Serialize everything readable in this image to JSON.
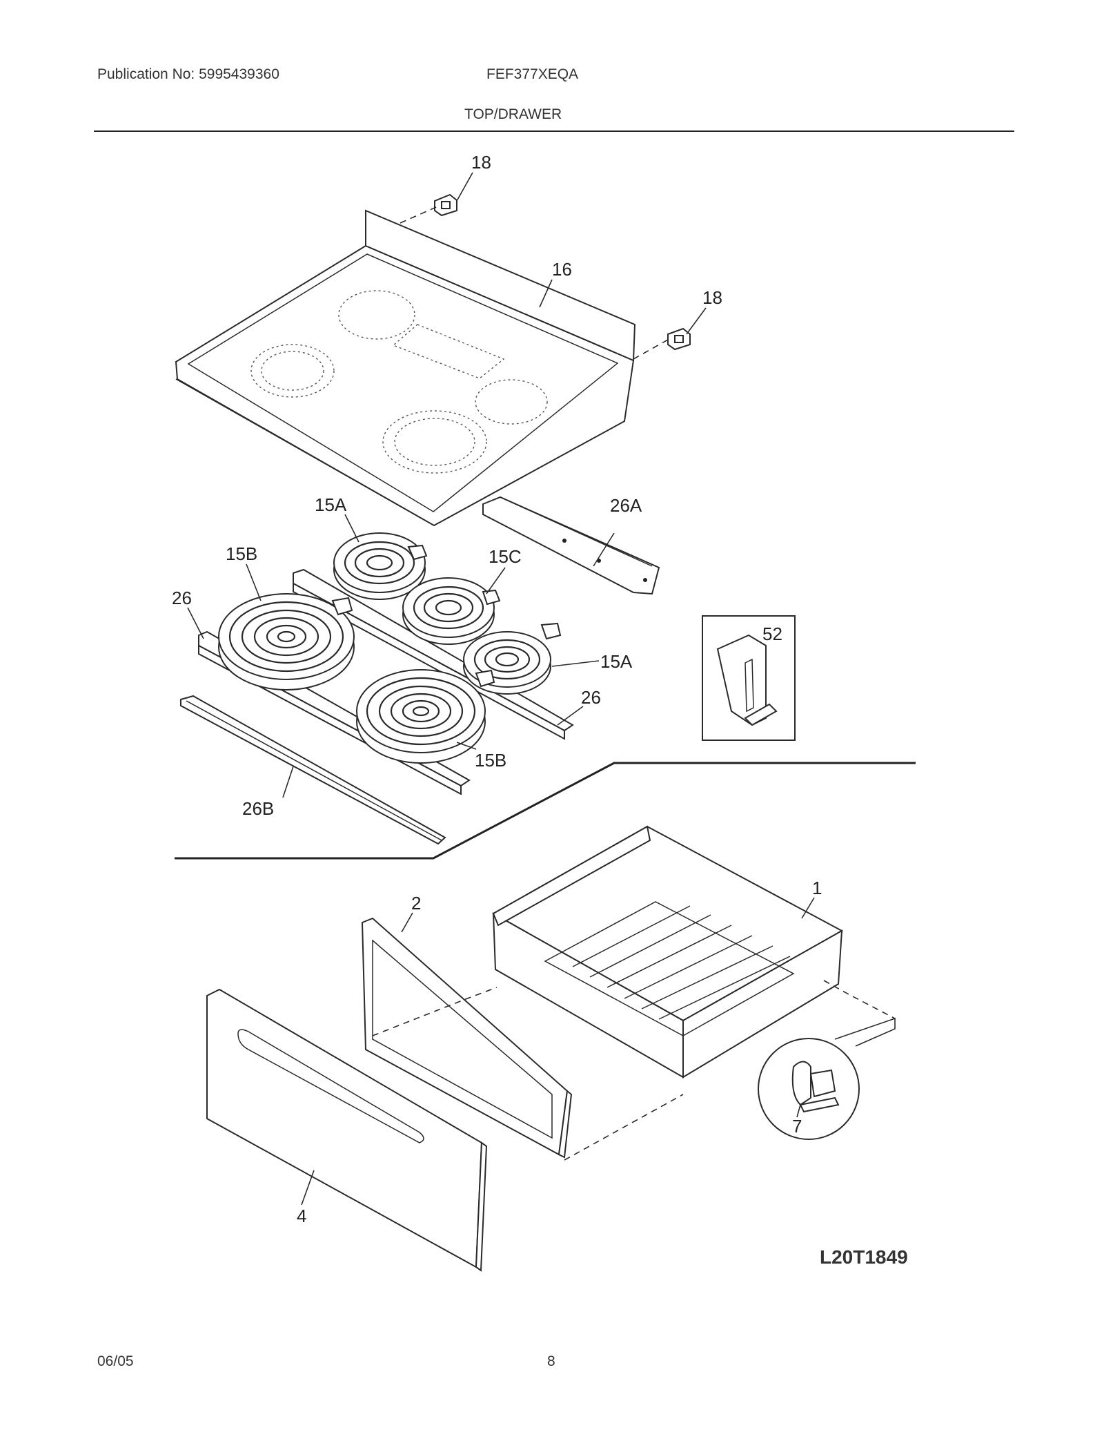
{
  "header": {
    "publication": "Publication No: 5995439360",
    "model": "FEF377XEQA",
    "section": "TOP/DRAWER"
  },
  "footer": {
    "date": "06/05",
    "page": "8"
  },
  "diagram": {
    "code": "L20T1849",
    "callouts": {
      "c18a": "18",
      "c16": "16",
      "c18b": "18",
      "c15a_top": "15A",
      "c26a": "26A",
      "c15b_left": "15B",
      "c15c": "15C",
      "c26_left": "26",
      "c52": "52",
      "c15a_right": "15A",
      "c26_right": "26",
      "c15b_bottom": "15B",
      "c26b": "26B",
      "c2": "2",
      "c1": "1",
      "c7": "7",
      "c4": "4"
    }
  }
}
